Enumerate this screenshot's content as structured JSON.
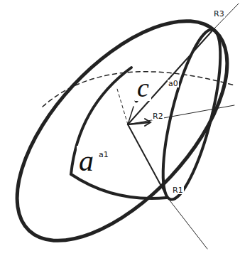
{
  "diagram": {
    "labels": [
      "c",
      "a",
      "R3",
      "a0",
      "R2",
      "a1",
      "R1"
    ]
  }
}
